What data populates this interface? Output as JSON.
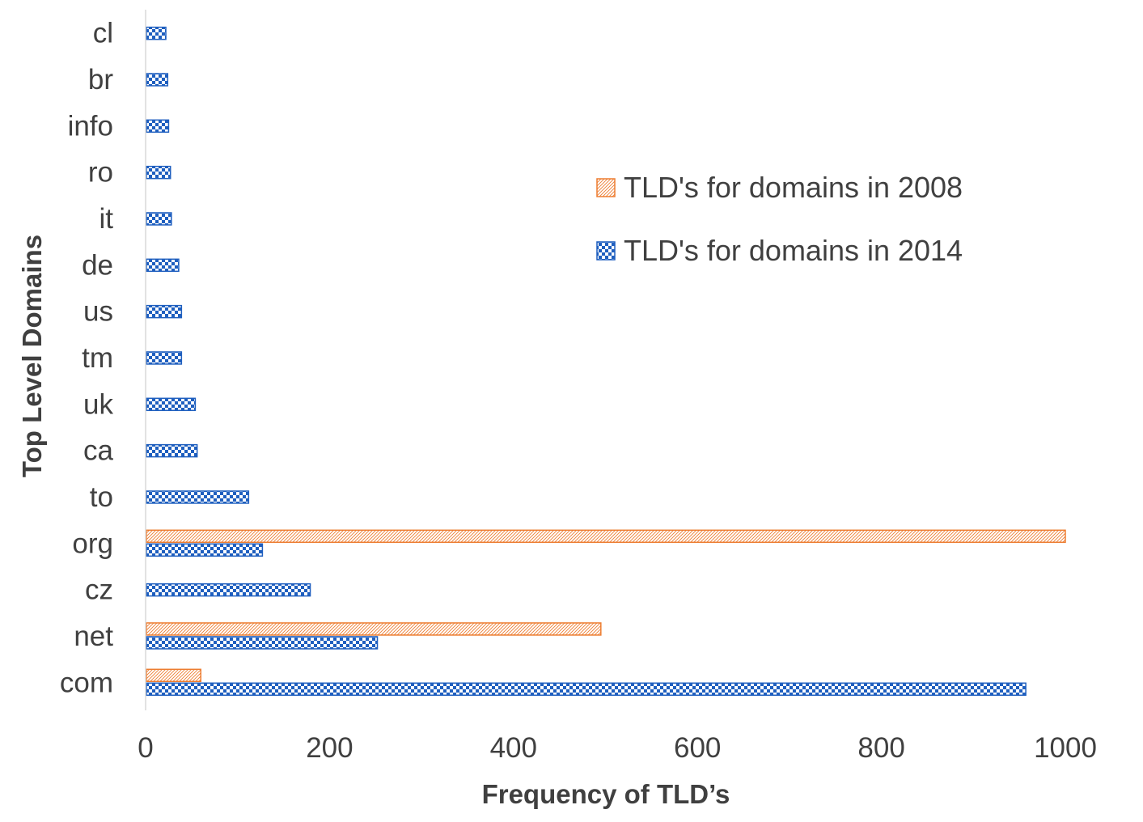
{
  "chart_data": {
    "type": "bar",
    "orientation": "horizontal",
    "categories": [
      "com",
      "net",
      "cz",
      "org",
      "to",
      "ca",
      "uk",
      "tm",
      "us",
      "de",
      "it",
      "ro",
      "info",
      "br",
      "cl"
    ],
    "series": [
      {
        "name": "TLD's for domains in 2008",
        "color": "#ED7D31",
        "pattern": "diagonal-hatch",
        "values": [
          60,
          495,
          null,
          1000,
          null,
          null,
          null,
          null,
          null,
          null,
          null,
          null,
          null,
          null,
          null
        ]
      },
      {
        "name": "TLD's for domains in 2014",
        "color": "#1F5FBF",
        "pattern": "checkerboard",
        "values": [
          957,
          252,
          179,
          127,
          112,
          56,
          54,
          39,
          39,
          36,
          28,
          27,
          25,
          24,
          22
        ]
      }
    ],
    "xlabel": "Frequency of TLD’s",
    "ylabel": "Top Level Domains",
    "xlim": [
      0,
      1000
    ],
    "xticks": [
      "0",
      "200",
      "400",
      "600",
      "800",
      "1000"
    ],
    "grid": false,
    "legend_position": "upper-right"
  }
}
